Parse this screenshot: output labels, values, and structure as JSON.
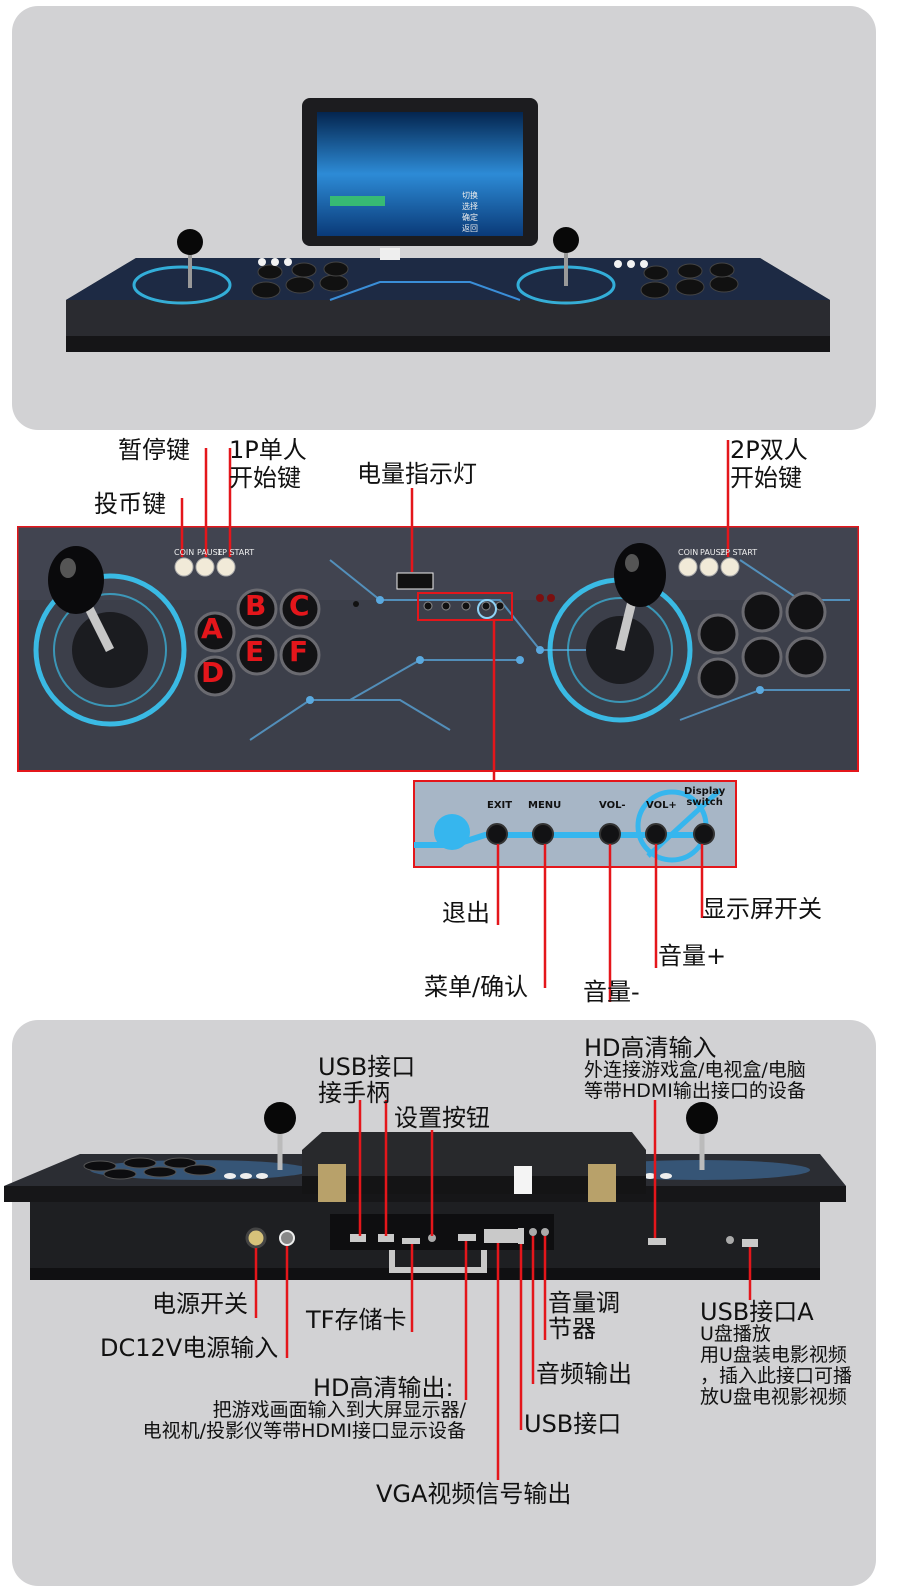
{
  "top_labels": {
    "pause": "暂停键",
    "start_1p": "1P单人\n开始键",
    "coin": "投币键",
    "battery": "电量指示灯",
    "start_2p": "2P双人\n开始键"
  },
  "panel_marks": {
    "left": [
      "COIN",
      "PAUSE",
      "1P START"
    ],
    "right": [
      "COIN",
      "PAUSE",
      "2P START"
    ]
  },
  "button_letters": [
    "A",
    "B",
    "C",
    "D",
    "E",
    "F"
  ],
  "zoom_buttons": [
    "EXIT",
    "MENU",
    "VOL-",
    "VOL+",
    "Display\nswitch"
  ],
  "zoom_labels": {
    "exit": "退出",
    "menu": "菜单/确认",
    "vol_minus": "音量-",
    "vol_plus": "音量+",
    "display": "显示屏开关"
  },
  "screen_menu": [
    "切换",
    "选择",
    "确定",
    "返回"
  ],
  "bottom_labels": {
    "usb_joystick": "USB接口\n接手柄",
    "settings": "设置按钮",
    "hd_in_title": "HD高清输入",
    "hd_in_desc": "外连接游戏盒/电视盒/电脑\n等带HDMI输出接口的设备",
    "power_switch": "电源开关",
    "dc_in": "DC12V电源输入",
    "tf_card": "TF存储卡",
    "hd_out_title": "HD高清输出:",
    "hd_out_desc": "把游戏画面输入到大屏显示器/\n电视机/投影仪等带HDMI接口显示设备",
    "vga": "VGA视频信号输出",
    "usb_port": "USB接口",
    "audio_out": "音频输出",
    "volume_knob": "音量调\n节器",
    "usb_a_title": "USB接口A",
    "usb_a_desc": "U盘播放\n用U盘装电影视频\n，插入此接口可播\n放U盘电视影视频"
  }
}
